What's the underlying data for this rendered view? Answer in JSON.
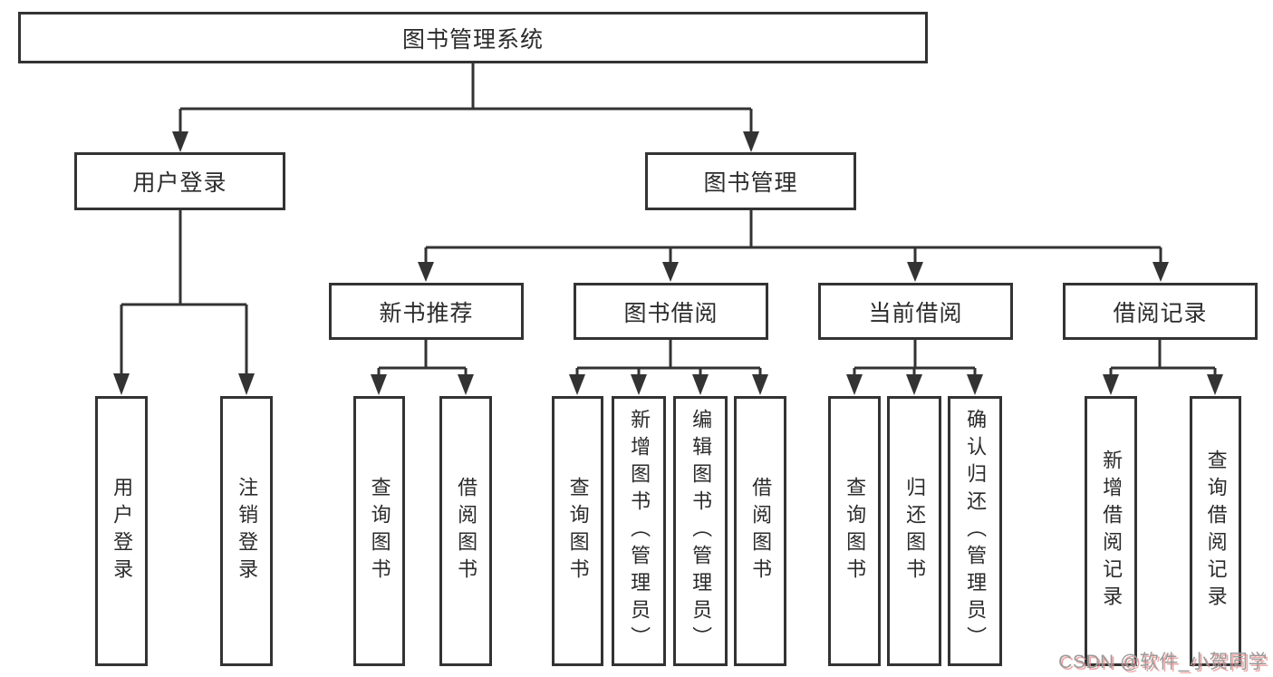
{
  "diagram": {
    "root": {
      "label": "图书管理系统"
    },
    "level2": [
      {
        "label": "用户登录"
      },
      {
        "label": "图书管理"
      }
    ],
    "level3": [
      {
        "label": "新书推荐",
        "parent": "图书管理"
      },
      {
        "label": "图书借阅",
        "parent": "图书管理"
      },
      {
        "label": "当前借阅",
        "parent": "图书管理"
      },
      {
        "label": "借阅记录",
        "parent": "图书管理"
      }
    ],
    "leaves": [
      {
        "label": "用户登录",
        "parent": "用户登录"
      },
      {
        "label": "注销登录",
        "parent": "用户登录"
      },
      {
        "label": "查询图书",
        "parent": "新书推荐"
      },
      {
        "label": "借阅图书",
        "parent": "新书推荐"
      },
      {
        "label": "查询图书",
        "parent": "图书借阅"
      },
      {
        "label": "新增图书（管理员）",
        "parent": "图书借阅"
      },
      {
        "label": "编辑图书（管理员）",
        "parent": "图书借阅"
      },
      {
        "label": "借阅图书",
        "parent": "图书借阅"
      },
      {
        "label": "查询图书",
        "parent": "当前借阅"
      },
      {
        "label": "归还图书",
        "parent": "当前借阅"
      },
      {
        "label": "确认归还（管理员）",
        "parent": "当前借阅"
      },
      {
        "label": "新增借阅记录",
        "parent": "借阅记录"
      },
      {
        "label": "查询借阅记录",
        "parent": "借阅记录"
      }
    ]
  },
  "watermark": {
    "text": "CSDN @软件_小贺同学"
  },
  "colors": {
    "line": "#333333",
    "text": "#2b2b2b",
    "background": "#ffffff",
    "watermark_gray": "#9b9b9b",
    "watermark_shadow": "#eb8c8c"
  }
}
